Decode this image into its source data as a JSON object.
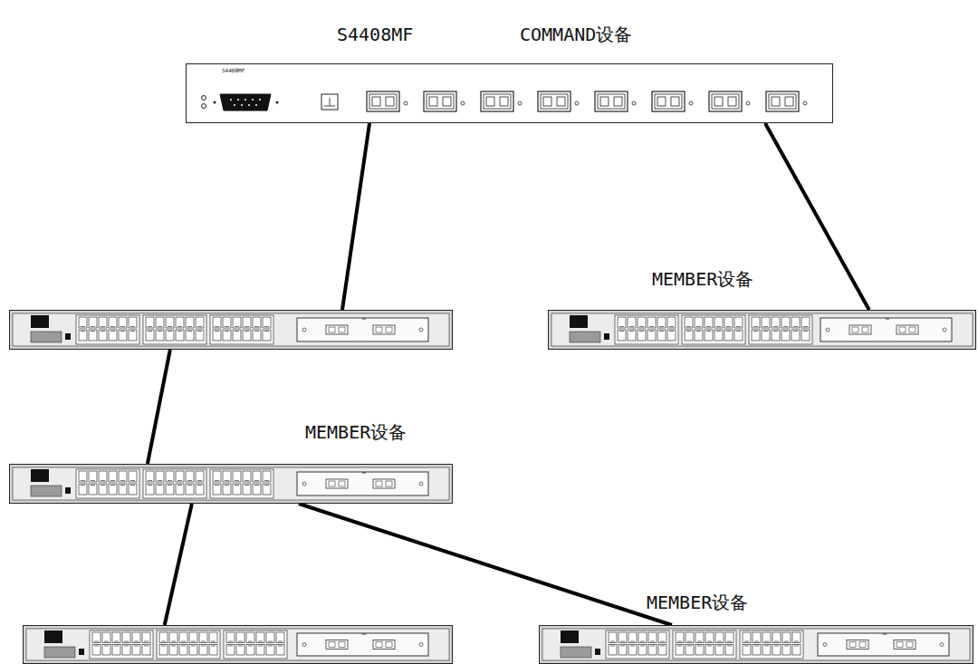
{
  "diagram": {
    "nodes": [
      {
        "text": [
          "S4408MF",
          "COMMAND设备",
          "S4408MF"
        ]
      },
      {
        "text": []
      },
      {
        "text": [
          "MEMBER设备"
        ]
      },
      {
        "text": [
          "MEMBER设备"
        ]
      },
      {
        "text": []
      },
      {
        "text": [
          "MEMBER设备"
        ]
      }
    ],
    "edges": [
      {
        "from": 0,
        "to": 1,
        "arrow": "none"
      },
      {
        "from": 0,
        "to": 2,
        "arrow": "none"
      },
      {
        "from": 1,
        "to": 3,
        "arrow": "none"
      },
      {
        "from": 3,
        "to": 4,
        "arrow": "none"
      },
      {
        "from": 3,
        "to": 5,
        "arrow": "none"
      }
    ]
  }
}
